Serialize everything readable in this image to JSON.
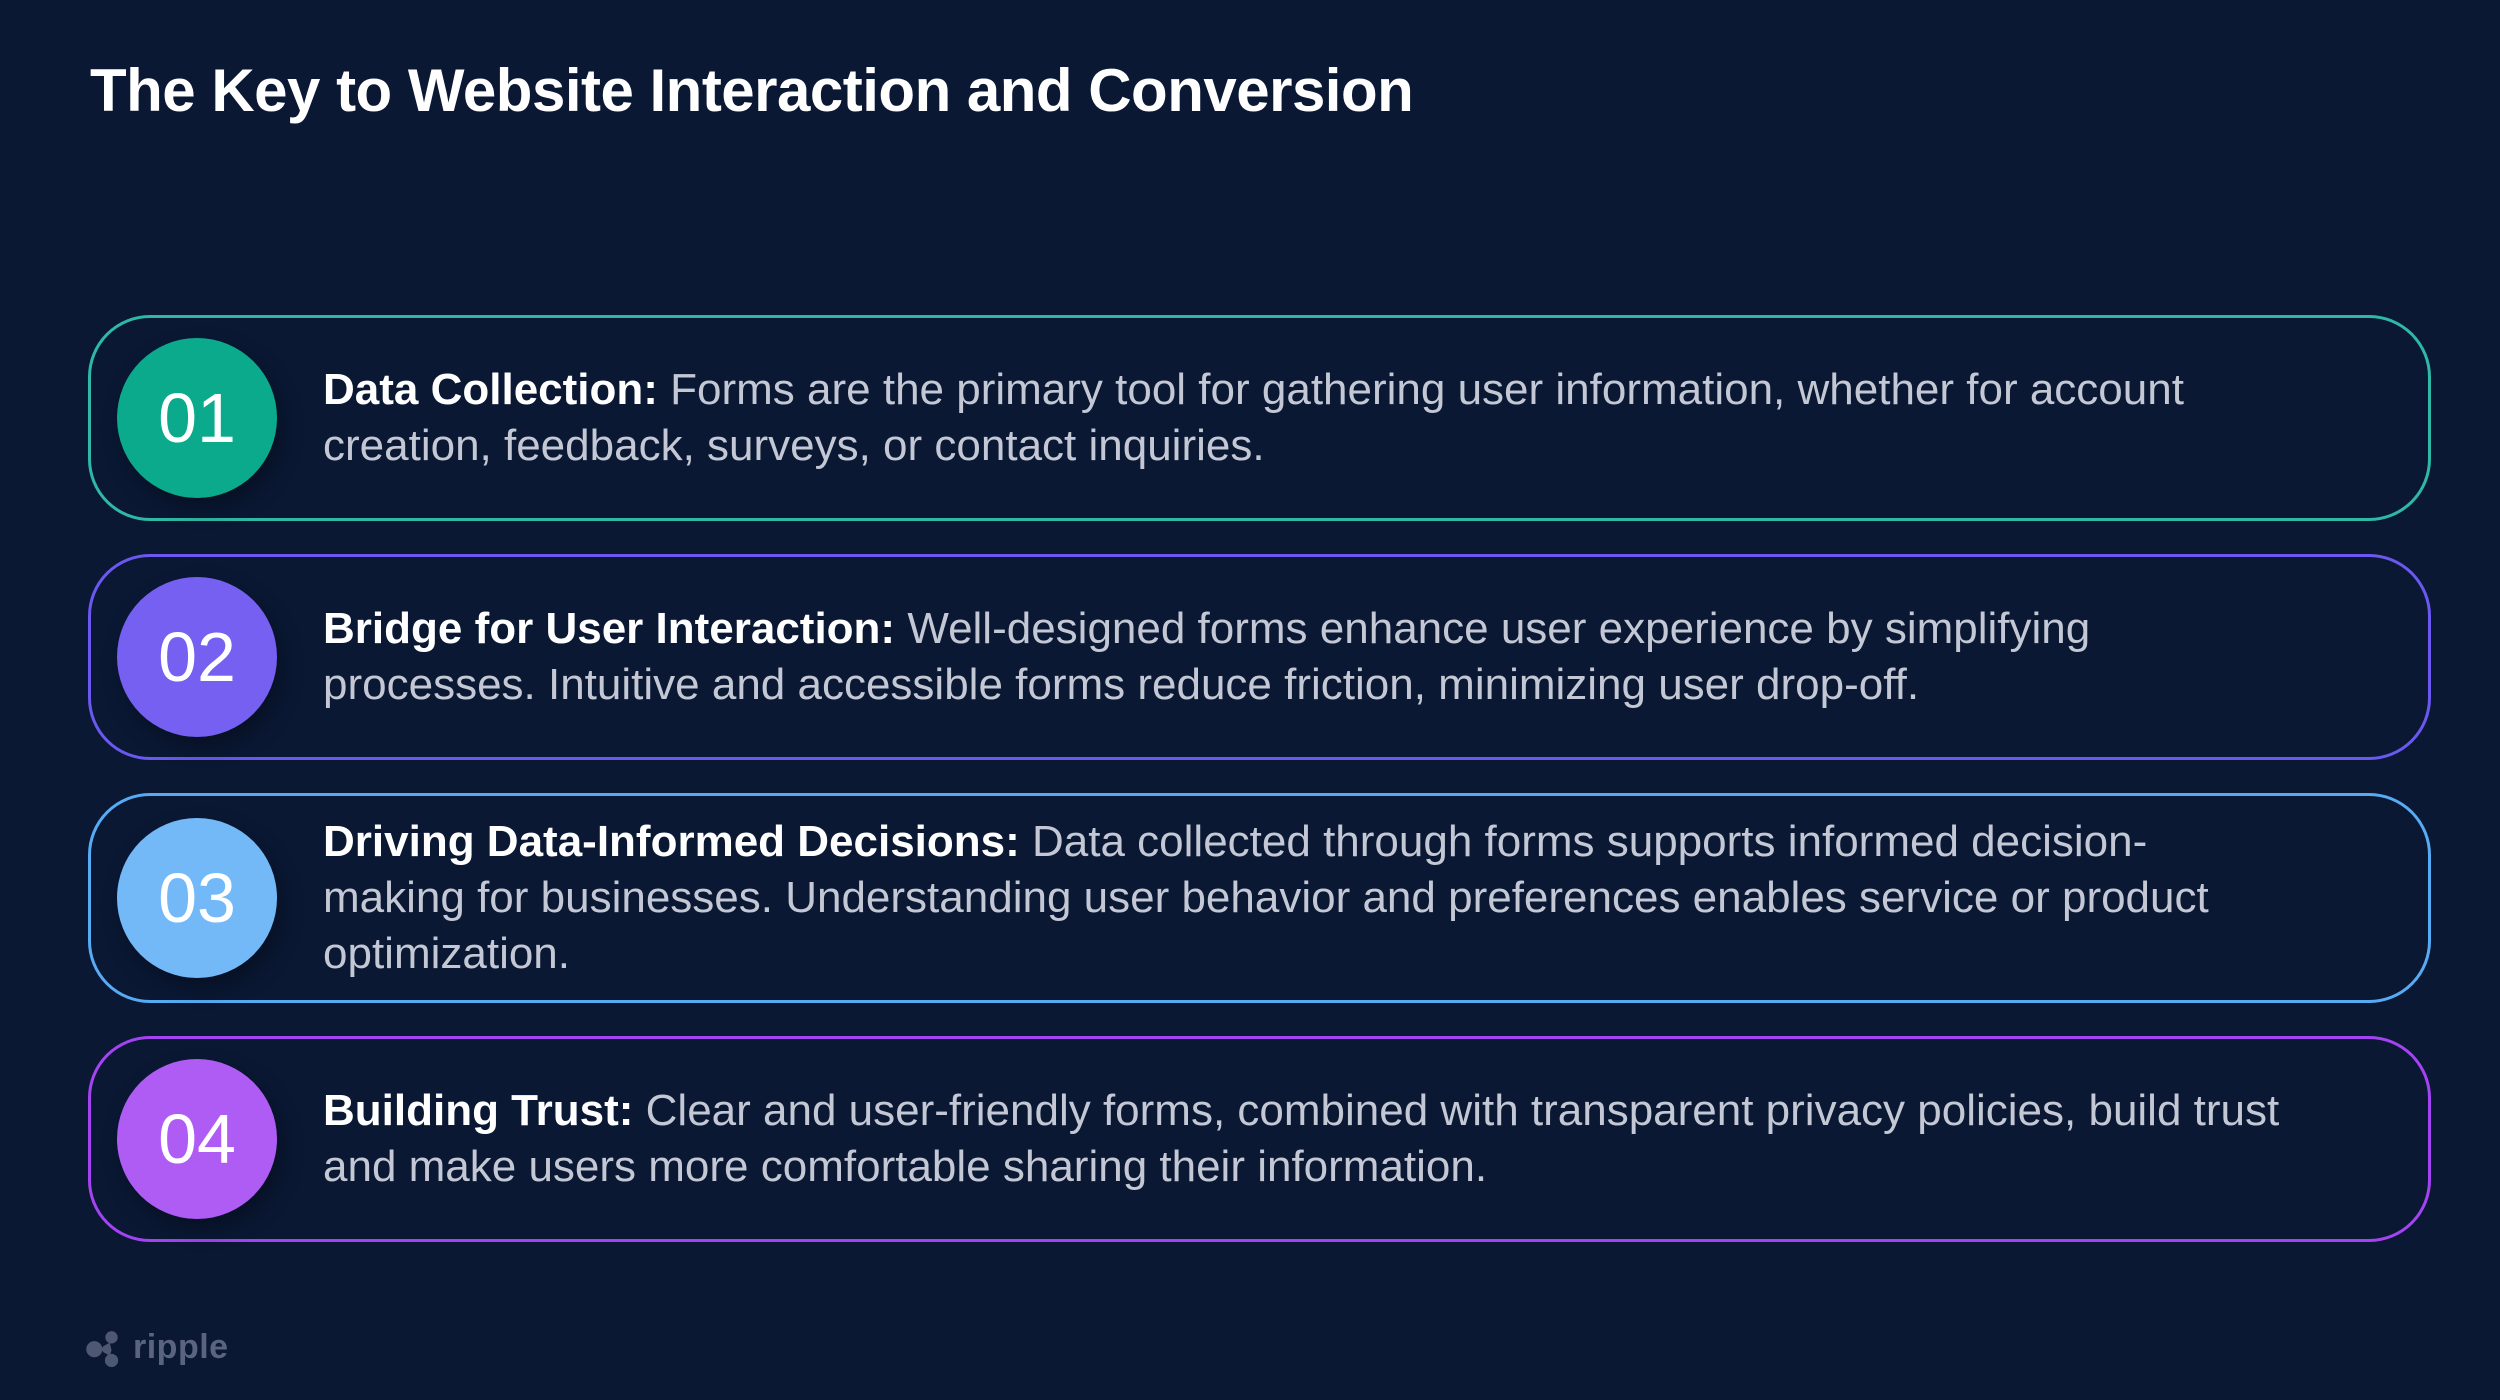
{
  "page": {
    "title": "The Key to Website Interaction and Conversion",
    "background_color": "#0a1834",
    "title_color": "#ffffff",
    "body_text_color": "#c3c8d4"
  },
  "cards": [
    {
      "number": "01",
      "circle_color": "#0caa8c",
      "border_color": "#2fb8a5",
      "heading": "Data Collection:",
      "body": "Forms are the primary tool for gathering user information, whether for account creation, feedback, surveys, or contact inquiries."
    },
    {
      "number": "02",
      "circle_color": "#7560f2",
      "border_color": "#6a58f0",
      "heading": "Bridge for User Interaction:",
      "body": "Well-designed forms enhance user experience by simplifying processes. Intuitive and accessible forms reduce friction, minimizing user drop-off."
    },
    {
      "number": "03",
      "circle_color": "#74b9f7",
      "border_color": "#57aaf4",
      "heading": "Driving Data-Informed Decisions:",
      "body": "Data collected through forms supports informed decision-making for businesses. Understanding user behavior and preferences enables service or product optimization."
    },
    {
      "number": "04",
      "circle_color": "#ae5cf4",
      "border_color": "#a443f2",
      "heading": "Building Trust:",
      "body": "Clear and user-friendly forms, combined with transparent privacy policies, build trust and make users more comfortable sharing their information."
    }
  ],
  "footer": {
    "brand": "ripple",
    "brand_color": "#5a6480"
  }
}
